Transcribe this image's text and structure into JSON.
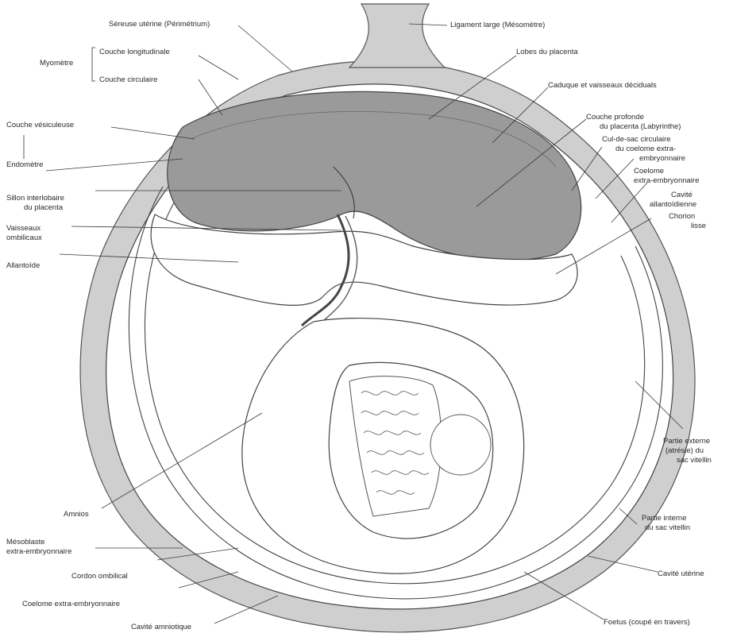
{
  "labels": {
    "sereuse": "Séreuse utérine (Périmétrium)",
    "ligament": "Ligament large (Mésomètre)",
    "myometre": "Myomètre",
    "couche_longitudinale": "Couche longitudinale",
    "couche_circulaire": "Couche circulaire",
    "lobes": "Lobes du placenta",
    "caduque": "Caduque et vaisseaux déciduals",
    "couche_profonde_1": "Couche profonde",
    "couche_profonde_2": "du placenta (Labyrinthe)",
    "cul_de_sac_1": "Cul-de-sac circulaire",
    "cul_de_sac_2": "du coelome extra-",
    "cul_de_sac_3": "embryonnaire",
    "couche_vesiculeuse": "Couche vésiculeuse",
    "endometre": "Endomètre",
    "coelome_extra_1": "Coelome",
    "coelome_extra_2": "extra-embryonnaire",
    "cavite_allant_1": "Cavité",
    "cavite_allant_2": "allantoïdienne",
    "sillon_1": "Sillon interlobaire",
    "sillon_2": "du placenta",
    "chorion_1": "Chorion",
    "chorion_2": "lisse",
    "vaisseaux_1": "Vaisseaux",
    "vaisseaux_2": "ombilicaux",
    "allantoide": "Allantoïde",
    "partie_externe_1": "Partie externe",
    "partie_externe_2": "(atrésie) du",
    "partie_externe_3": "sac vitellin",
    "amnios": "Amnios",
    "mesoblaste_1": "Mésoblaste",
    "mesoblaste_2": "extra-embryonnaire",
    "partie_interne_1": "Partie interne",
    "partie_interne_2": "du sac vitellin",
    "cordon": "Cordon ombilical",
    "cavite_uterine": "Cavité utérine",
    "coelome_bottom": "Coelome extra-embryonnaire",
    "fcetus": "Foetus (coupé en travers)",
    "cavite_amniotique": "Cavité amniotique"
  }
}
